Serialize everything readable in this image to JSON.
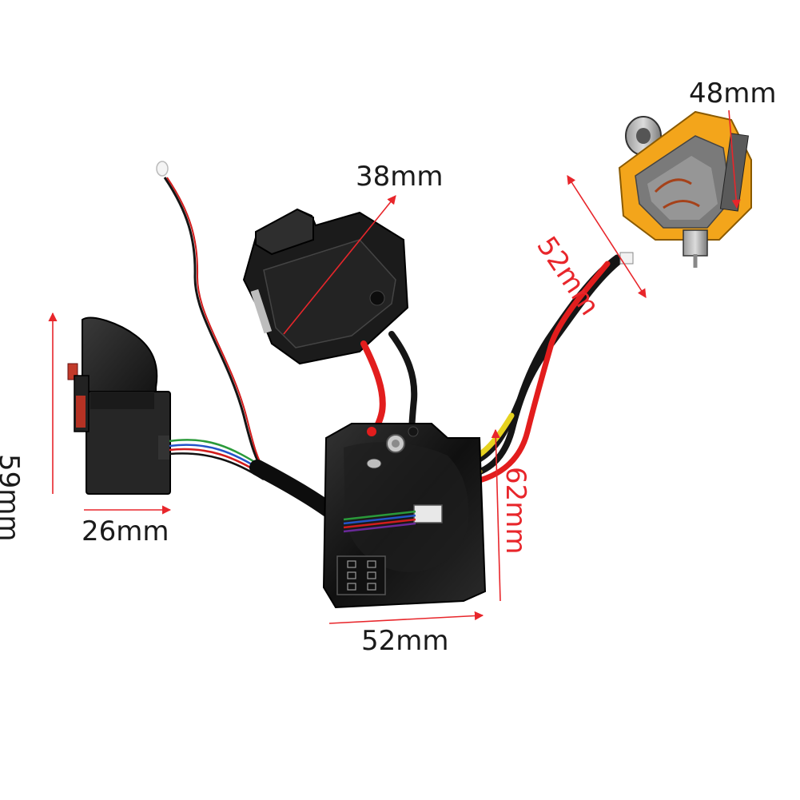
{
  "dimensions": {
    "led_motor_width": "48mm",
    "motor_length": "52mm",
    "battery_box": "38mm",
    "switch_height": "59mm",
    "switch_width": "26mm",
    "board_height": "62mm",
    "board_width": "52mm"
  },
  "colors": {
    "arrow": "#e8262b",
    "wire_red": "#e21d1d",
    "wire_black": "#151515",
    "wire_yellow": "#e6d21f",
    "motor_yellow": "#f3a51b",
    "plastic": "#2a2a2a"
  }
}
